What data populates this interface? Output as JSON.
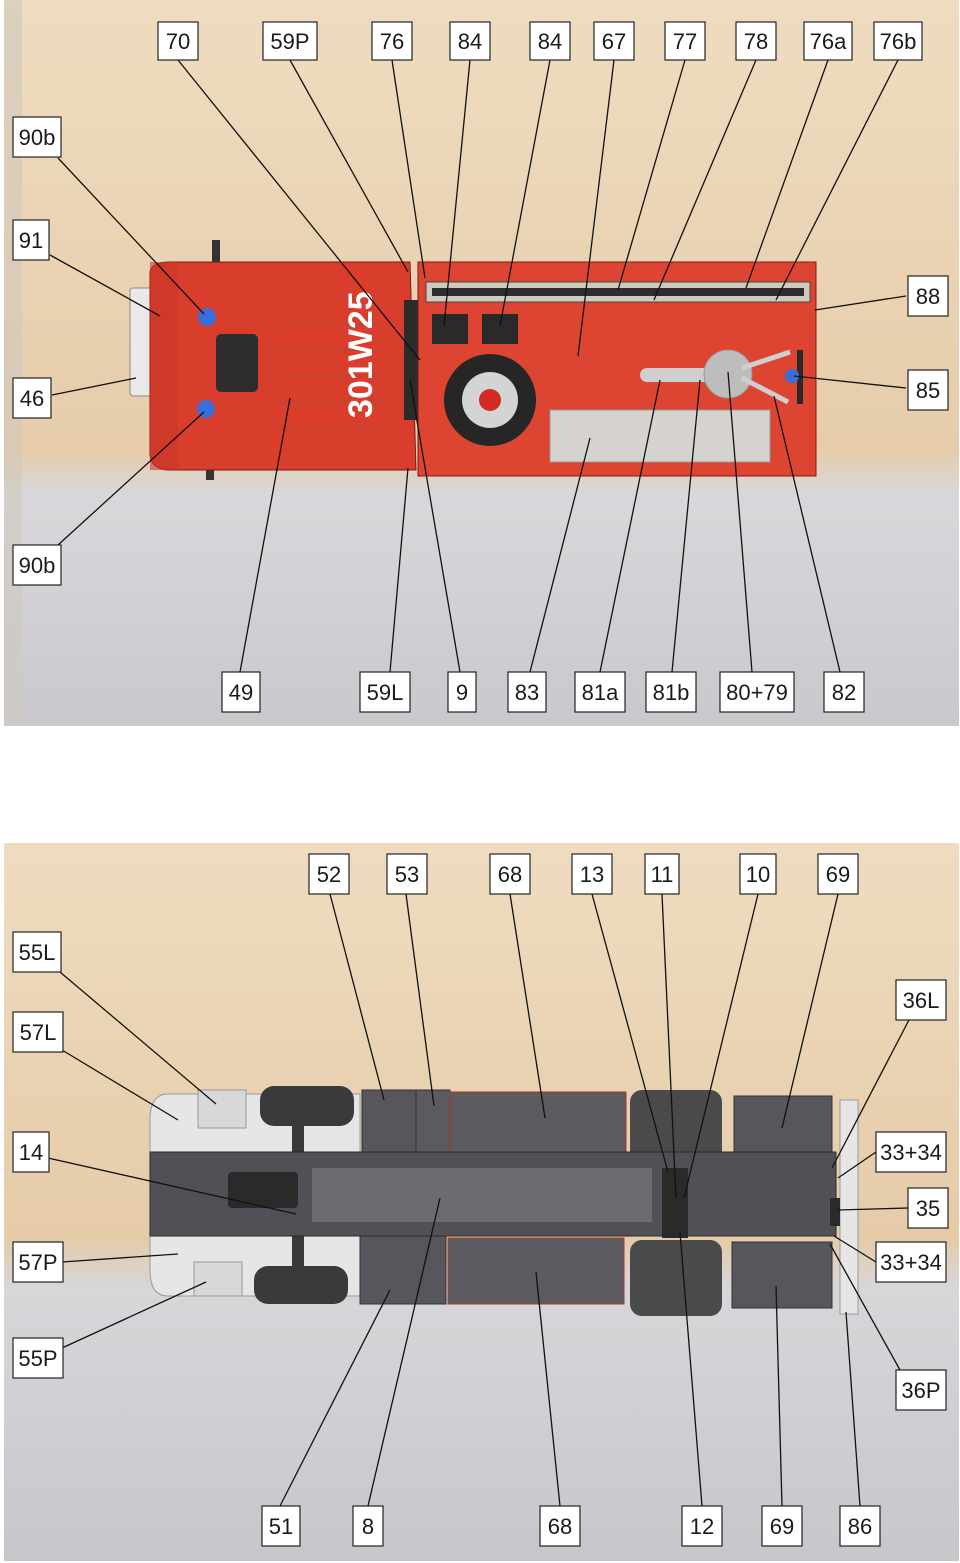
{
  "colors": {
    "wall": "#e8d3b0",
    "floor": "#cfcfd4",
    "truck_red": "#de4230",
    "underside": "#55555b",
    "blue_light": "#3a6ed8"
  },
  "top_view": {
    "plate": "301W25",
    "labels": [
      "70",
      "59P",
      "76",
      "84",
      "84",
      "67",
      "77",
      "78",
      "76a",
      "76b",
      "90b",
      "91",
      "88",
      "46",
      "85",
      "90b",
      "49",
      "59L",
      "9",
      "83",
      "81a",
      "81b",
      "80+79",
      "82"
    ]
  },
  "bottom_view": {
    "labels": [
      "52",
      "53",
      "68",
      "13",
      "11",
      "10",
      "69",
      "55L",
      "36L",
      "57L",
      "14",
      "33+34",
      "35",
      "57P",
      "33+34",
      "55P",
      "36P",
      "51",
      "8",
      "68",
      "12",
      "69",
      "86"
    ]
  }
}
